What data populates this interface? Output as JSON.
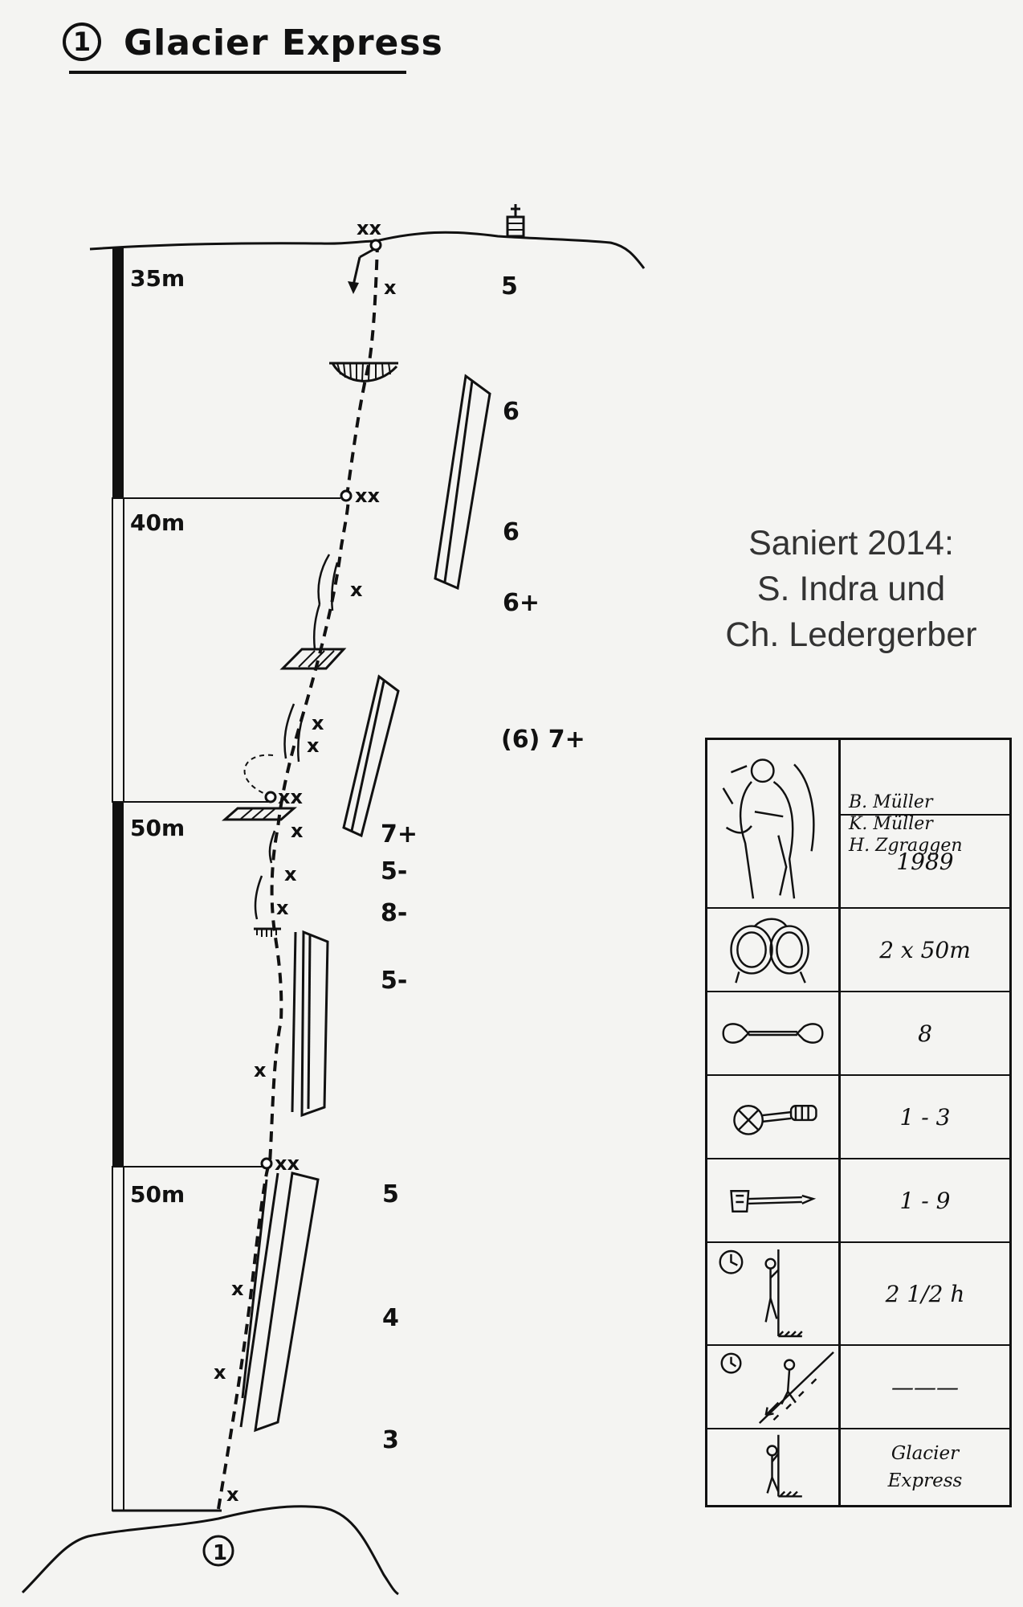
{
  "title": {
    "number": "1",
    "name": "Glacier Express"
  },
  "pitch_lengths": [
    "35m",
    "40m",
    "50m",
    "50m"
  ],
  "grades": [
    "5",
    "6",
    "6",
    "6+",
    "(6) 7+",
    "7+",
    "5-",
    "8-",
    "5-",
    "5",
    "4",
    "3"
  ],
  "bolt_marks": {
    "single": "x",
    "double": "xx",
    "belay_double": "xx"
  },
  "start_marker": "1",
  "renovation_note": [
    "Saniert 2014:",
    "S. Indra und",
    "Ch. Ledergerber"
  ],
  "info_table": {
    "first_ascent": [
      "B. Müller",
      "K. Müller",
      "H. Zgraggen"
    ],
    "year": "1989",
    "rope": "2 x 50m",
    "quickdraws": "8",
    "cams": "1 - 3",
    "nuts": "1 - 9",
    "time": "2 1/2 h",
    "descent": "———",
    "route": [
      "Glacier",
      "Express"
    ]
  },
  "icons": {
    "first_ascent": "climber-portrait-icon",
    "rope": "coiled-rope-icon",
    "quickdraws": "quickdraw-icon",
    "cams": "camming-device-icon",
    "nuts": "nut-icon",
    "time": "clock-climber-icon",
    "descent": "descent-icon",
    "route": "climber-wall-icon"
  }
}
